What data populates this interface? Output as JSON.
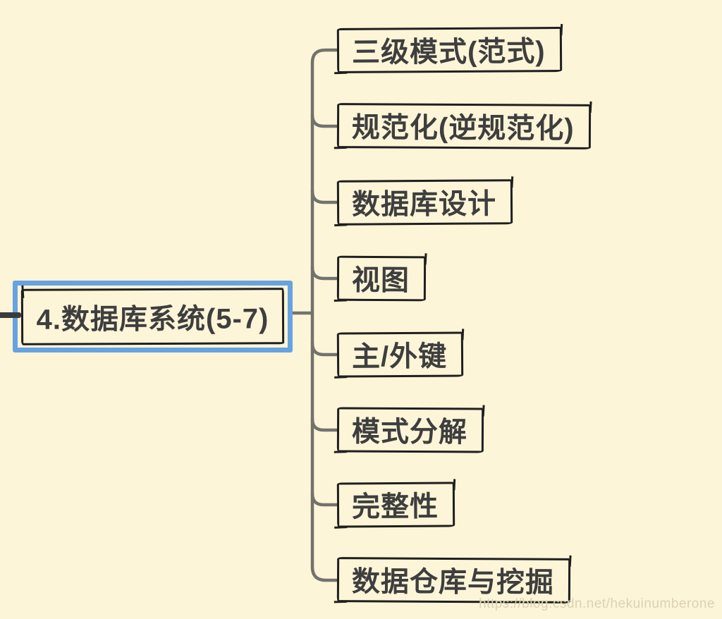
{
  "canvas": {
    "background_color": "#FDF5D8",
    "line_color": "#72726d",
    "box_border_color": "#1f1f1f",
    "text_color": "#3e3e3e"
  },
  "mindmap": {
    "root": {
      "label": "4.数据库系统(5-7)",
      "selected": true,
      "selection_color": "#67A3E1"
    },
    "children": [
      {
        "label": "三级模式(范式)"
      },
      {
        "label": "规范化(逆规范化)"
      },
      {
        "label": "数据库设计"
      },
      {
        "label": "视图"
      },
      {
        "label": "主/外键"
      },
      {
        "label": "模式分解"
      },
      {
        "label": "完整性"
      },
      {
        "label": "数据仓库与挖掘"
      }
    ]
  },
  "watermark": {
    "text": "https://blog.csdn.net/hekuinumberone"
  }
}
